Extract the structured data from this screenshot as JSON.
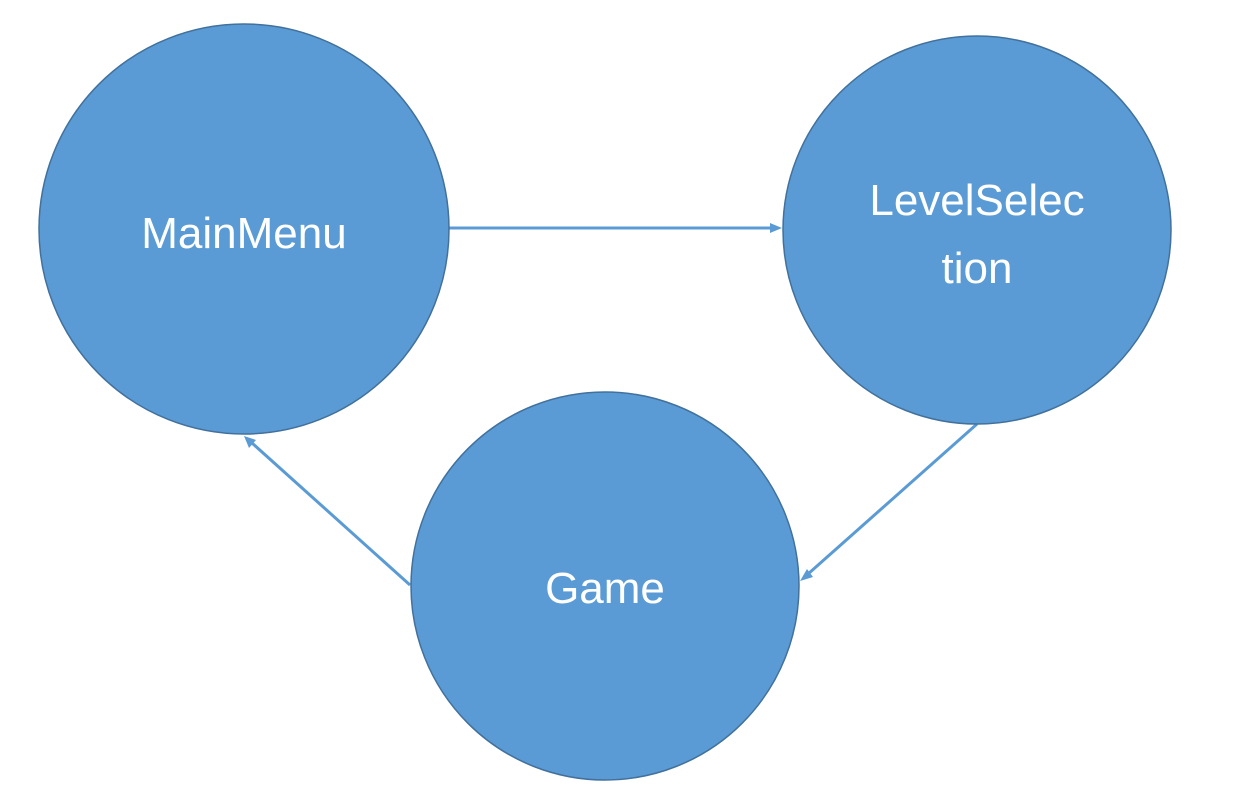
{
  "diagram": {
    "colors": {
      "node_fill": "#5b9bd5",
      "node_stroke": "#41719c",
      "edge": "#5b9bd5",
      "label": "#ffffff",
      "background": "#ffffff"
    },
    "nodes": [
      {
        "id": "main_menu",
        "label_lines": [
          "MainMenu"
        ]
      },
      {
        "id": "level_selection",
        "label_lines": [
          "LevelSelec",
          "tion"
        ]
      },
      {
        "id": "game",
        "label_lines": [
          "Game"
        ]
      }
    ],
    "edges": [
      {
        "from": "main_menu",
        "to": "level_selection"
      },
      {
        "from": "level_selection",
        "to": "game"
      },
      {
        "from": "game",
        "to": "main_menu"
      }
    ]
  }
}
